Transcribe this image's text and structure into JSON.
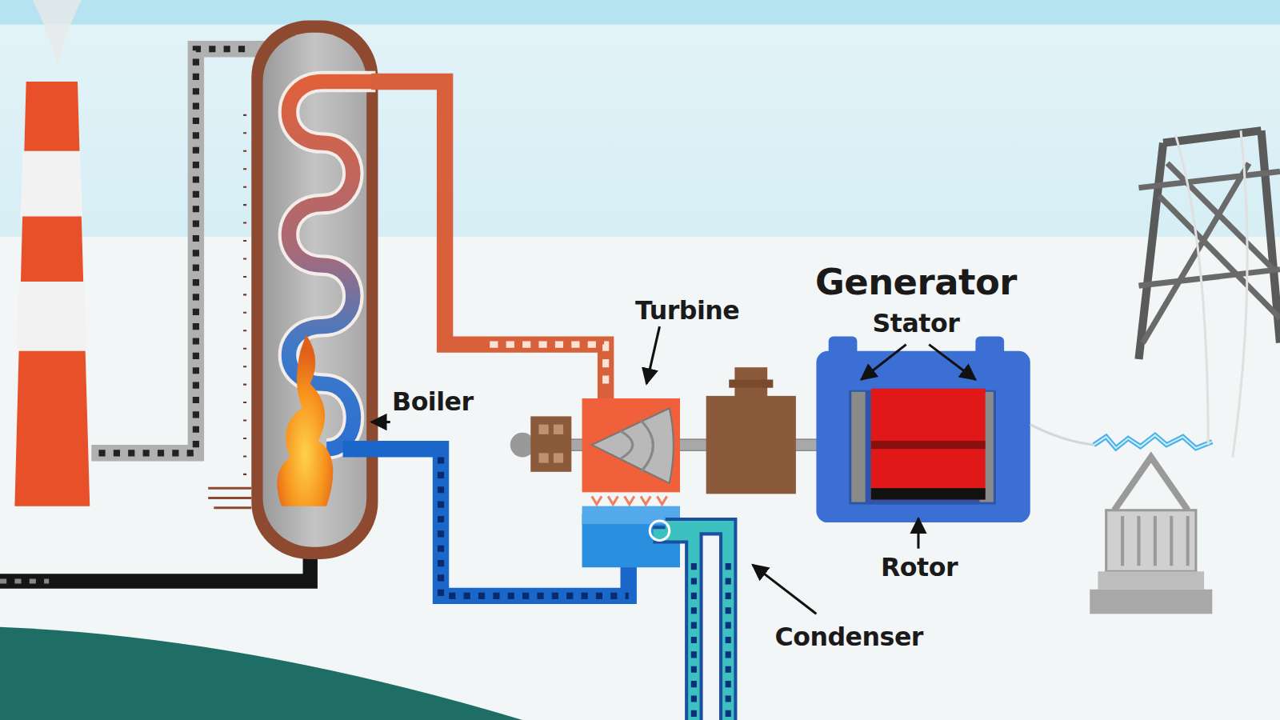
{
  "diagram": {
    "labels": [
      "Generator",
      "Turbine",
      "Stator",
      "Boiler",
      "Rotor",
      "Condenser"
    ]
  }
}
